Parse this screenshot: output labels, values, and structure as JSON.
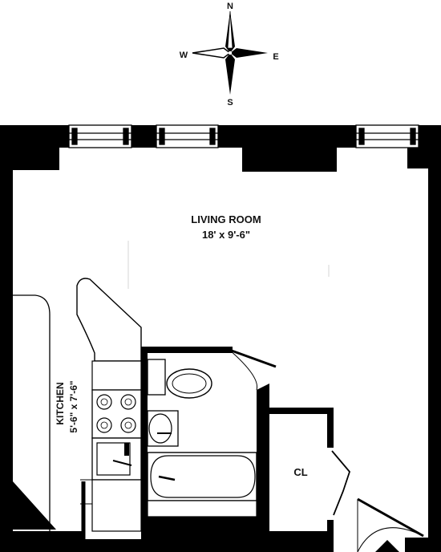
{
  "compass": {
    "north": "N",
    "south": "S",
    "east": "E",
    "west": "W"
  },
  "rooms": {
    "living_room": {
      "name": "LIVING ROOM",
      "dimensions": "18' x 9'-6\""
    },
    "kitchen": {
      "name": "KITCHEN",
      "dimensions": "5'-6\" x 7'-6\""
    },
    "closet": {
      "name": "CL"
    }
  },
  "colors": {
    "wall": "#000000",
    "background": "#ffffff",
    "fixture_stroke": "#111111"
  }
}
